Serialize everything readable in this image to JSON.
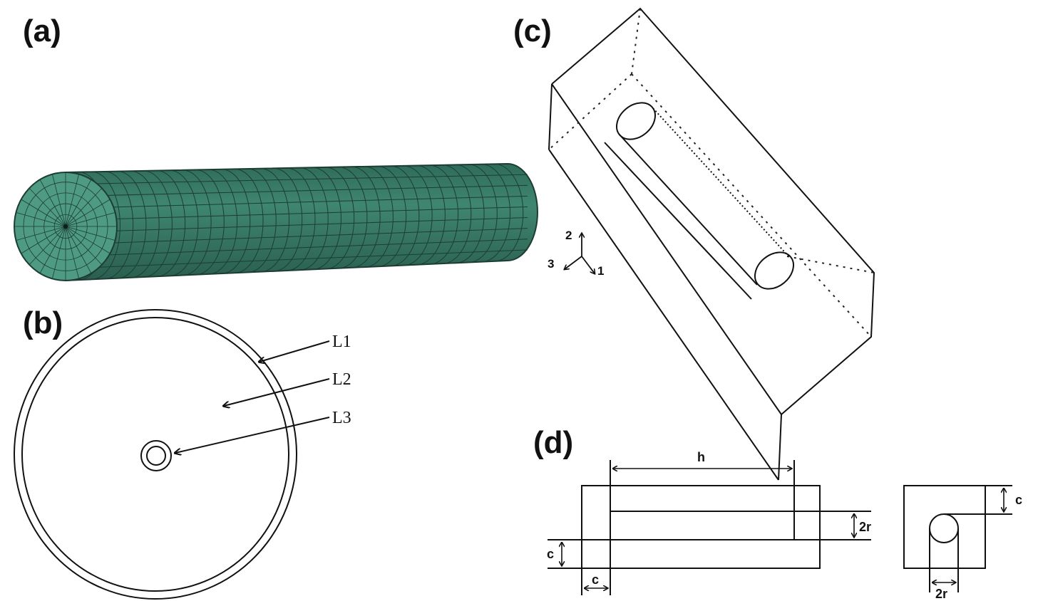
{
  "panels": {
    "a": {
      "label": "(a)"
    },
    "b": {
      "label": "(b)",
      "callouts": [
        "L1",
        "L2",
        "L3"
      ]
    },
    "c": {
      "label": "(c)",
      "axes": [
        "2",
        "3",
        "1"
      ]
    },
    "d": {
      "label": "(d)",
      "dims": {
        "h": "h",
        "r2_side": "2r",
        "c_left": "c",
        "c_bottom": "c",
        "c_end": "c",
        "r2_bottom": "2r"
      }
    }
  },
  "colors": {
    "mesh_fill": "#3a7a66",
    "mesh_face": "#4f9a82",
    "mesh_line": "#1c3d33",
    "ink": "#111111"
  }
}
